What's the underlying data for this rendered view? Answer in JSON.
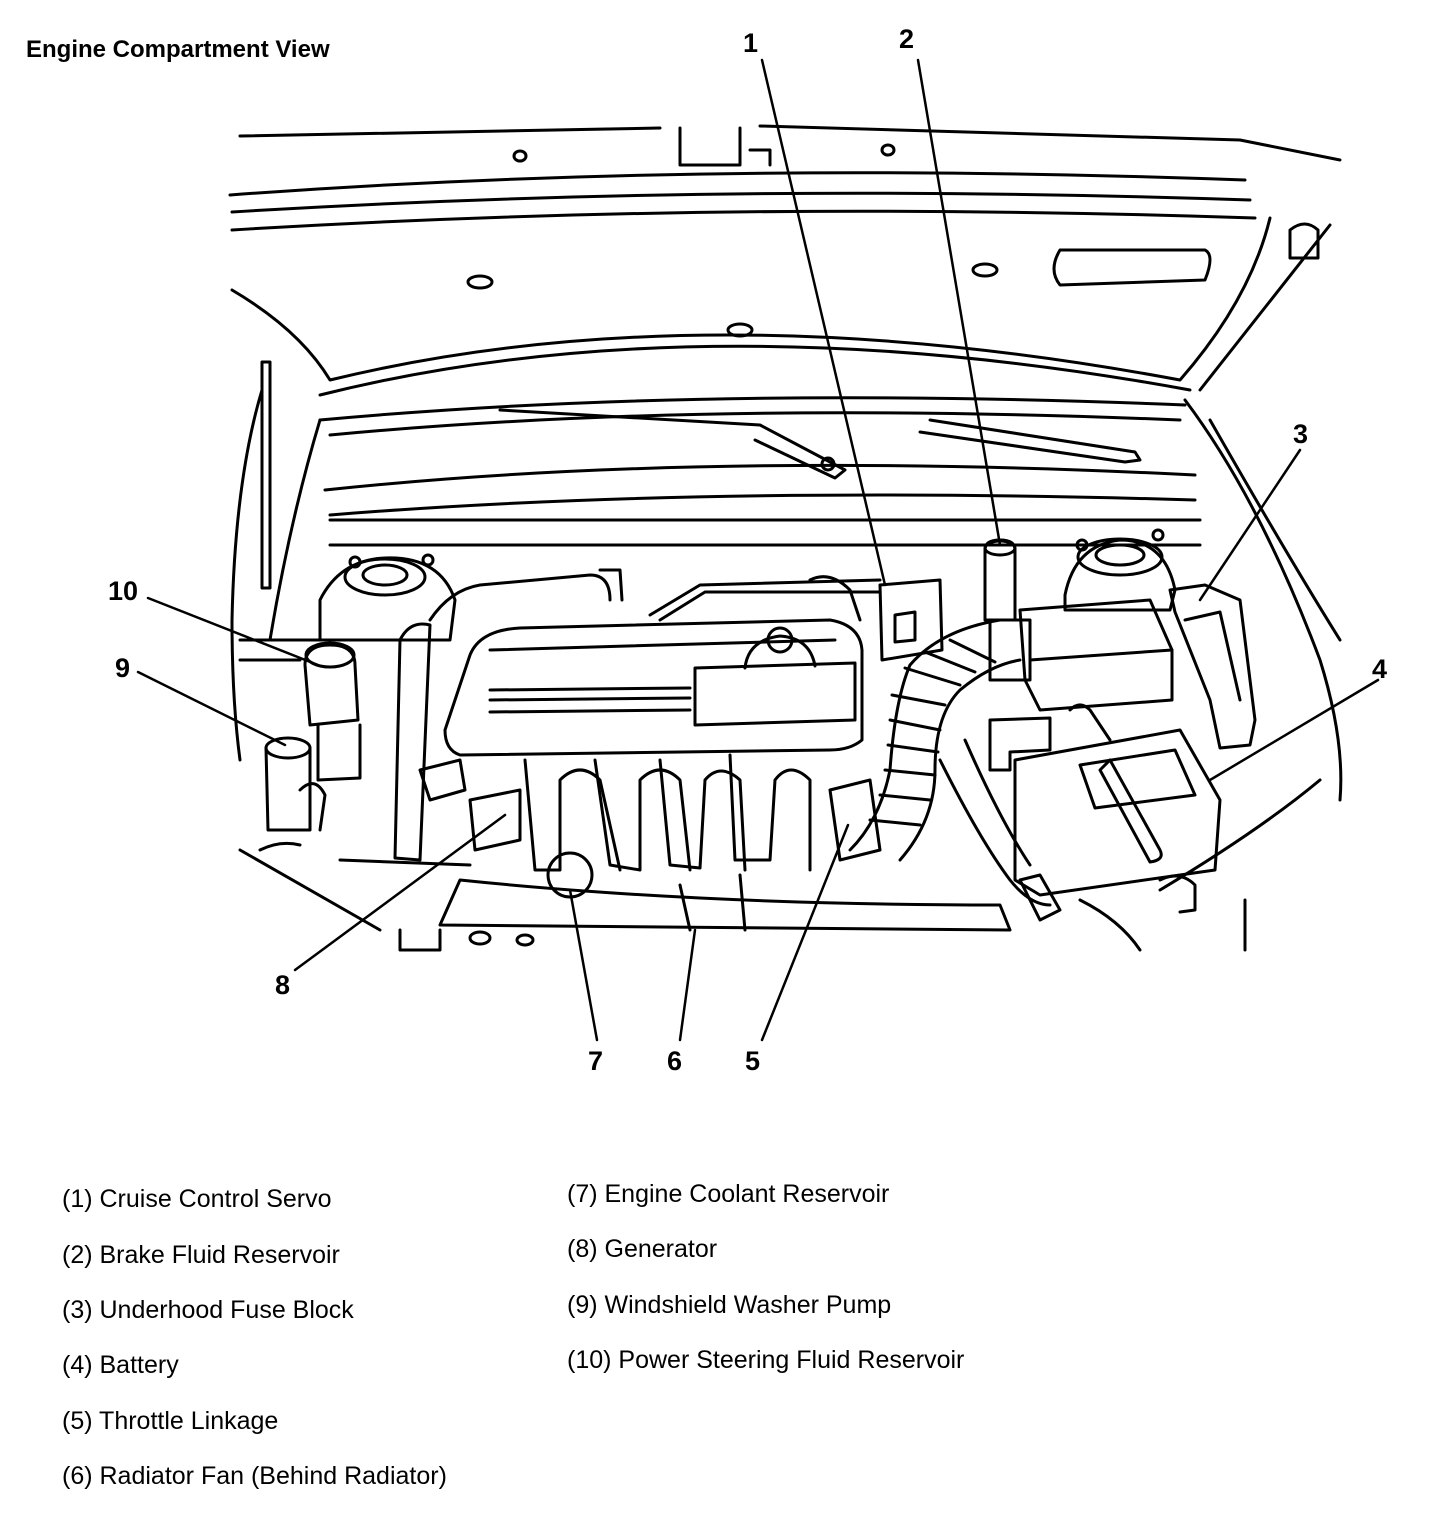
{
  "title": "Engine Compartment View",
  "callouts": [
    "1",
    "2",
    "3",
    "4",
    "5",
    "6",
    "7",
    "8",
    "9",
    "10"
  ],
  "legend": [
    "(1) Cruise Control Servo",
    "(2) Brake Fluid Reservoir",
    "(3) Underhood Fuse Block",
    "(4) Battery",
    "(5) Throttle Linkage",
    "(6) Radiator Fan (Behind Radiator)",
    "(7) Engine Coolant Reservoir",
    "(8) Generator",
    "(9) Windshield Washer Pump",
    "(10) Power Steering Fluid Reservoir"
  ]
}
